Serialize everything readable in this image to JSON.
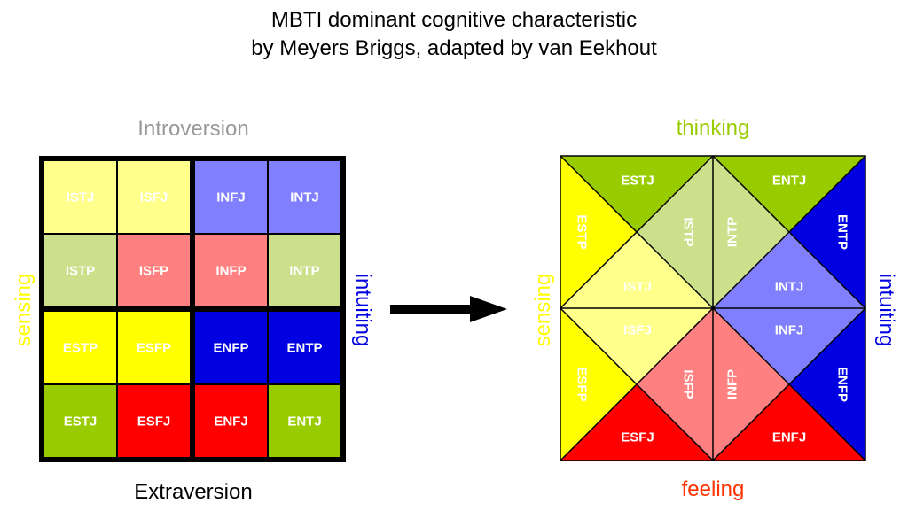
{
  "title": {
    "line1": "MBTI dominant cognitive characteristic",
    "line2": "by Meyers Briggs, adapted by van Eekhout"
  },
  "colors": {
    "light_yellow": "#ffff8c",
    "yellow": "#ffff00",
    "light_green": "#cce08c",
    "green": "#99cc00",
    "light_blue": "#8080ff",
    "blue": "#0000e0",
    "red": "#ff0000",
    "pink": "#ff8080",
    "gray_text": "#999999",
    "sensing_text": "#ffff00",
    "intuiting_text": "#0000e0",
    "thinking_text": "#99cc00",
    "feeling_text": "#ff3300"
  },
  "left_grid": {
    "top_label": "Introversion",
    "bottom_label": "Extraversion",
    "left_label": "sensing",
    "right_label": "intuiting",
    "cells": [
      {
        "label": "ISTJ",
        "color": "light_yellow",
        "row": 0,
        "col": 0
      },
      {
        "label": "ISFJ",
        "color": "light_yellow",
        "row": 0,
        "col": 1
      },
      {
        "label": "INFJ",
        "color": "light_blue",
        "row": 0,
        "col": 2
      },
      {
        "label": "INTJ",
        "color": "light_blue",
        "row": 0,
        "col": 3
      },
      {
        "label": "ISTP",
        "color": "light_green",
        "row": 1,
        "col": 0
      },
      {
        "label": "ISFP",
        "color": "pink",
        "row": 1,
        "col": 1
      },
      {
        "label": "INFP",
        "color": "pink",
        "row": 1,
        "col": 2
      },
      {
        "label": "INTP",
        "color": "light_green",
        "row": 1,
        "col": 3
      },
      {
        "label": "ESTP",
        "color": "yellow",
        "row": 2,
        "col": 0
      },
      {
        "label": "ESFP",
        "color": "yellow",
        "row": 2,
        "col": 1
      },
      {
        "label": "ENFP",
        "color": "blue",
        "row": 2,
        "col": 2
      },
      {
        "label": "ENTP",
        "color": "blue",
        "row": 2,
        "col": 3
      },
      {
        "label": "ESTJ",
        "color": "green",
        "row": 3,
        "col": 0
      },
      {
        "label": "ESFJ",
        "color": "red",
        "row": 3,
        "col": 1
      },
      {
        "label": "ENFJ",
        "color": "red",
        "row": 3,
        "col": 2
      },
      {
        "label": "ENTJ",
        "color": "green",
        "row": 3,
        "col": 3
      }
    ]
  },
  "right_diagram": {
    "top_label": "thinking",
    "bottom_label": "feeling",
    "left_label": "sensing",
    "right_label": "intuiting",
    "regions": [
      {
        "label": "ESTJ",
        "color": "green"
      },
      {
        "label": "ENTJ",
        "color": "green"
      },
      {
        "label": "ESTP",
        "color": "yellow"
      },
      {
        "label": "ISTP",
        "color": "light_green"
      },
      {
        "label": "INTP",
        "color": "light_green"
      },
      {
        "label": "ENTP",
        "color": "blue"
      },
      {
        "label": "ISTJ",
        "color": "light_yellow"
      },
      {
        "label": "INTJ",
        "color": "light_blue"
      },
      {
        "label": "ISFJ",
        "color": "light_yellow"
      },
      {
        "label": "INFJ",
        "color": "light_blue"
      },
      {
        "label": "ESFP",
        "color": "yellow"
      },
      {
        "label": "ISFP",
        "color": "pink"
      },
      {
        "label": "INFP",
        "color": "pink"
      },
      {
        "label": "ENFP",
        "color": "blue"
      },
      {
        "label": "ESFJ",
        "color": "red"
      },
      {
        "label": "ENFJ",
        "color": "red"
      }
    ]
  }
}
